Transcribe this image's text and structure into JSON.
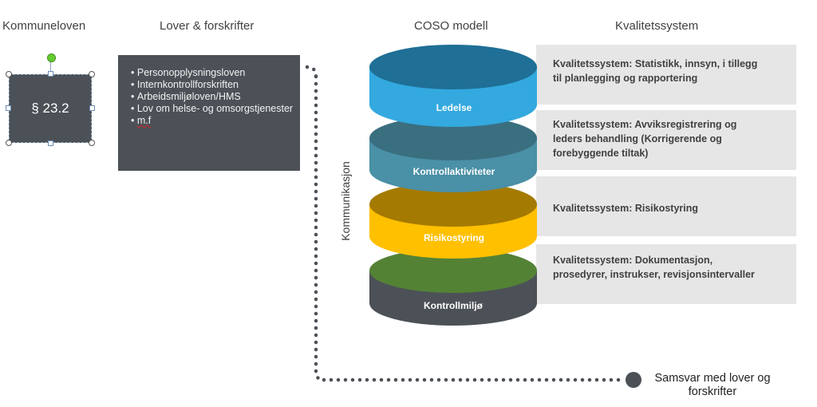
{
  "headers": {
    "kommuneloven": "Kommuneloven",
    "lover": "Lover & forskrifter",
    "coso": "COSO modell",
    "kvalitet": "Kvalitetssystem"
  },
  "paragraph_label": "§ 23.2",
  "laws": {
    "items": [
      "Personopplysningsloven",
      "Internkontrollforskriften",
      "Arbeidsmiljøloven/HMS",
      "Lov om helse- og omsorgstjenester",
      "m.f"
    ]
  },
  "coso_layers": [
    {
      "label": "Ledelse",
      "top_color": "#1f6f96",
      "body_color": "#33a9df"
    },
    {
      "label": "Kontrollaktiviteter",
      "top_color": "#3a6f80",
      "body_color": "#4a90a6"
    },
    {
      "label": "Risikostyring",
      "top_color": "#a57a00",
      "body_color": "#ffc000"
    },
    {
      "label": "Kontrollmiljø",
      "top_color": "#548235",
      "body_color": "#4c5157"
    }
  ],
  "quality_panels": [
    {
      "lines": [
        "Kvalitetssystem: Statistikk, innsyn, i tillegg",
        "til planlegging og rapportering"
      ]
    },
    {
      "lines": [
        "Kvalitetssystem: Avviksregistrering og",
        "leders behandling (Korrigerende og",
        "forebyggende tiltak)"
      ]
    },
    {
      "lines": [
        "Kvalitetssystem: Risikostyring"
      ]
    },
    {
      "lines": [
        "Kvalitetssystem: Dokumentasjon,",
        "prosedyrer, instrukser, revisjonsintervaller"
      ]
    }
  ],
  "kommunikasjon": "Kommunikasjon",
  "samsvar": [
    "Samsvar med lover og",
    "forskrifter"
  ],
  "colors": {
    "dark_box": "#4c5157",
    "panel_bg": "#e6e6e6",
    "dots": "#4c5157"
  }
}
